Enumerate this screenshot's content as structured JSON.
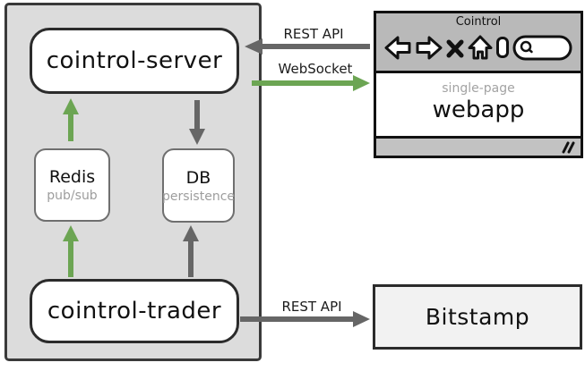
{
  "colors": {
    "arrow_gray": "#666666",
    "arrow_green": "#6ca553",
    "container_fill": "#dcdcdc",
    "browser_chrome": "#b9b9b9",
    "muted_text": "#9d9d9d"
  },
  "backend": {
    "server": {
      "label": "cointrol-server"
    },
    "redis": {
      "title": "Redis",
      "subtitle": "pub/sub"
    },
    "db": {
      "title": "DB",
      "subtitle": "persistence"
    },
    "trader": {
      "label": "cointrol-trader"
    }
  },
  "browser": {
    "window_title": "Cointrol",
    "toolbar_icons": [
      "back-arrow",
      "forward-arrow",
      "stop-x",
      "home",
      "page",
      "search-field"
    ],
    "page_subtitle": "single-page",
    "page_title": "webapp"
  },
  "bitstamp": {
    "label": "Bitstamp"
  },
  "connections": [
    {
      "id": "webapp-to-server",
      "label": "REST API",
      "color": "#666666",
      "direction": "left"
    },
    {
      "id": "server-to-webapp",
      "label": "WebSocket",
      "color": "#6ca553",
      "direction": "right"
    },
    {
      "id": "redis-to-server",
      "label": "",
      "color": "#6ca553",
      "direction": "up"
    },
    {
      "id": "server-to-db",
      "label": "",
      "color": "#666666",
      "direction": "down"
    },
    {
      "id": "trader-to-redis",
      "label": "",
      "color": "#6ca553",
      "direction": "up"
    },
    {
      "id": "trader-to-db",
      "label": "",
      "color": "#666666",
      "direction": "up"
    },
    {
      "id": "trader-to-bitstamp",
      "label": "REST API",
      "color": "#666666",
      "direction": "right"
    }
  ]
}
